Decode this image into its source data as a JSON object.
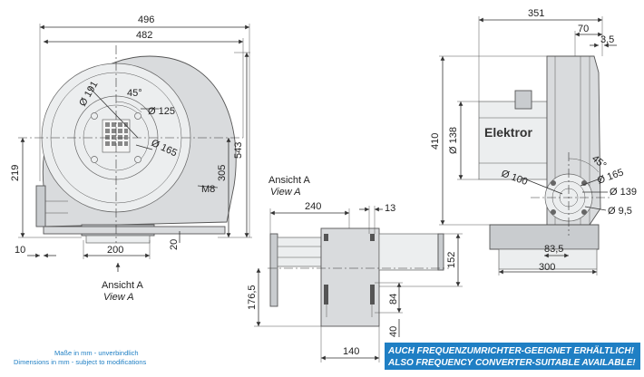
{
  "front_view": {
    "dims": {
      "width_overall": "496",
      "width_inner": "482",
      "height_overall": "543",
      "height_305": "305",
      "height_219": "219",
      "base_width": "200",
      "base_offset": "10",
      "foot_height": "20",
      "dia_191": "Ø 191",
      "dia_125": "Ø 125",
      "dia_165": "Ø 165",
      "angle_45": "45°",
      "bolt": "M8"
    },
    "view_label": "Ansicht A",
    "view_label_en": "View A"
  },
  "mid_view": {
    "view_label": "Ansicht A",
    "view_label_en": "View A",
    "dims": {
      "width_240": "240",
      "slot_13": "13",
      "height_176_5": "176,5",
      "height_152": "152",
      "slot_84": "84",
      "foot_40": "40",
      "base_140": "140"
    }
  },
  "side_view": {
    "brand": "Elektror",
    "dims": {
      "depth_351": "351",
      "depth_70": "70",
      "depth_3_5": "3,5",
      "dia_138": "Ø 138",
      "height_410": "410",
      "angle_45": "45°",
      "dia_100": "Ø 100",
      "dia_165": "Ø 165",
      "dia_139": "Ø 139",
      "dia_9_5": "Ø 9,5",
      "base_83_5": "83,5",
      "base_300": "300"
    }
  },
  "notes": {
    "line1": "Maße in mm - unverbindlich",
    "line2": "Dimensions in mm - subject to modifications"
  },
  "banner": {
    "line1": "AUCH FREQUENZUMRICHTER-GEEIGNET ERHÄLTLICH!",
    "line2": "ALSO FREQUENCY CONVERTER-SUITABLE AVAILABLE!",
    "color": "#1f7fc4"
  }
}
